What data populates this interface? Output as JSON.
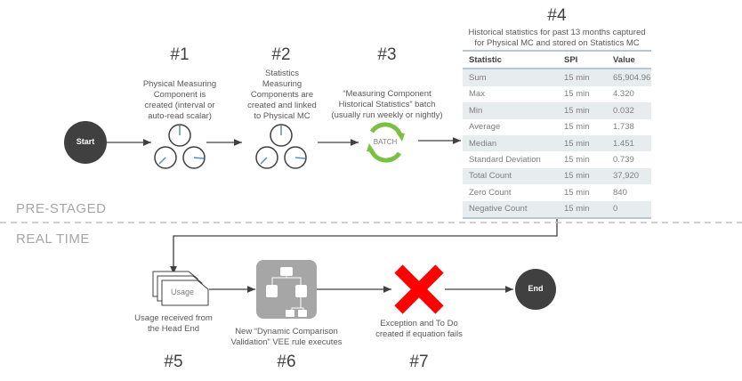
{
  "steps": {
    "s1": {
      "num": "#1",
      "caption": "Physical Measuring Component is created (interval  or auto-read scalar)"
    },
    "s2": {
      "num": "#2",
      "caption": "Statistics Measuring Components are created and linked to Physical MC"
    },
    "s3": {
      "num": "#3",
      "caption": "“Measuring Component Historical Statistics” batch (usually run weekly or nightly)",
      "icon_label": "BATCH"
    },
    "s4": {
      "num": "#4",
      "caption": "Historical statistics for past 13 months captured for Physical MC and stored on Statistics MC"
    },
    "s5": {
      "num": "#5",
      "caption": "Usage received from the Head End",
      "icon_label": "Usage"
    },
    "s6": {
      "num": "#6",
      "caption": "New “Dynamic Comparison Validation” VEE rule executes"
    },
    "s7": {
      "num": "#7",
      "caption": "Exception and To Do created if equation fails"
    }
  },
  "start_label": "Start",
  "end_label": "End",
  "stages": {
    "pre": "PRE-STAGED",
    "real": "REAL TIME"
  },
  "table": {
    "headers": [
      "Statistic",
      "SPI",
      "Value"
    ],
    "rows": [
      [
        "Sum",
        "15 min",
        "65,904.96"
      ],
      [
        "Max",
        "15 min",
        "4.320"
      ],
      [
        "Min",
        "15 min",
        "0.032"
      ],
      [
        "Average",
        "15 min",
        "1.738"
      ],
      [
        "Median",
        "15 min",
        "1.451"
      ],
      [
        "Standard Deviation",
        "15 min",
        "0.739"
      ],
      [
        "Total Count",
        "15 min",
        "37,920"
      ],
      [
        "Zero Count",
        "15 min",
        "840"
      ],
      [
        "Negative Count",
        "15 min",
        "0"
      ]
    ]
  },
  "colors": {
    "node": "#404040",
    "batch": "#7ac143",
    "error": "#ff0000",
    "vee": "#a6a6a6",
    "dial_hand": "#5b8fb0"
  }
}
